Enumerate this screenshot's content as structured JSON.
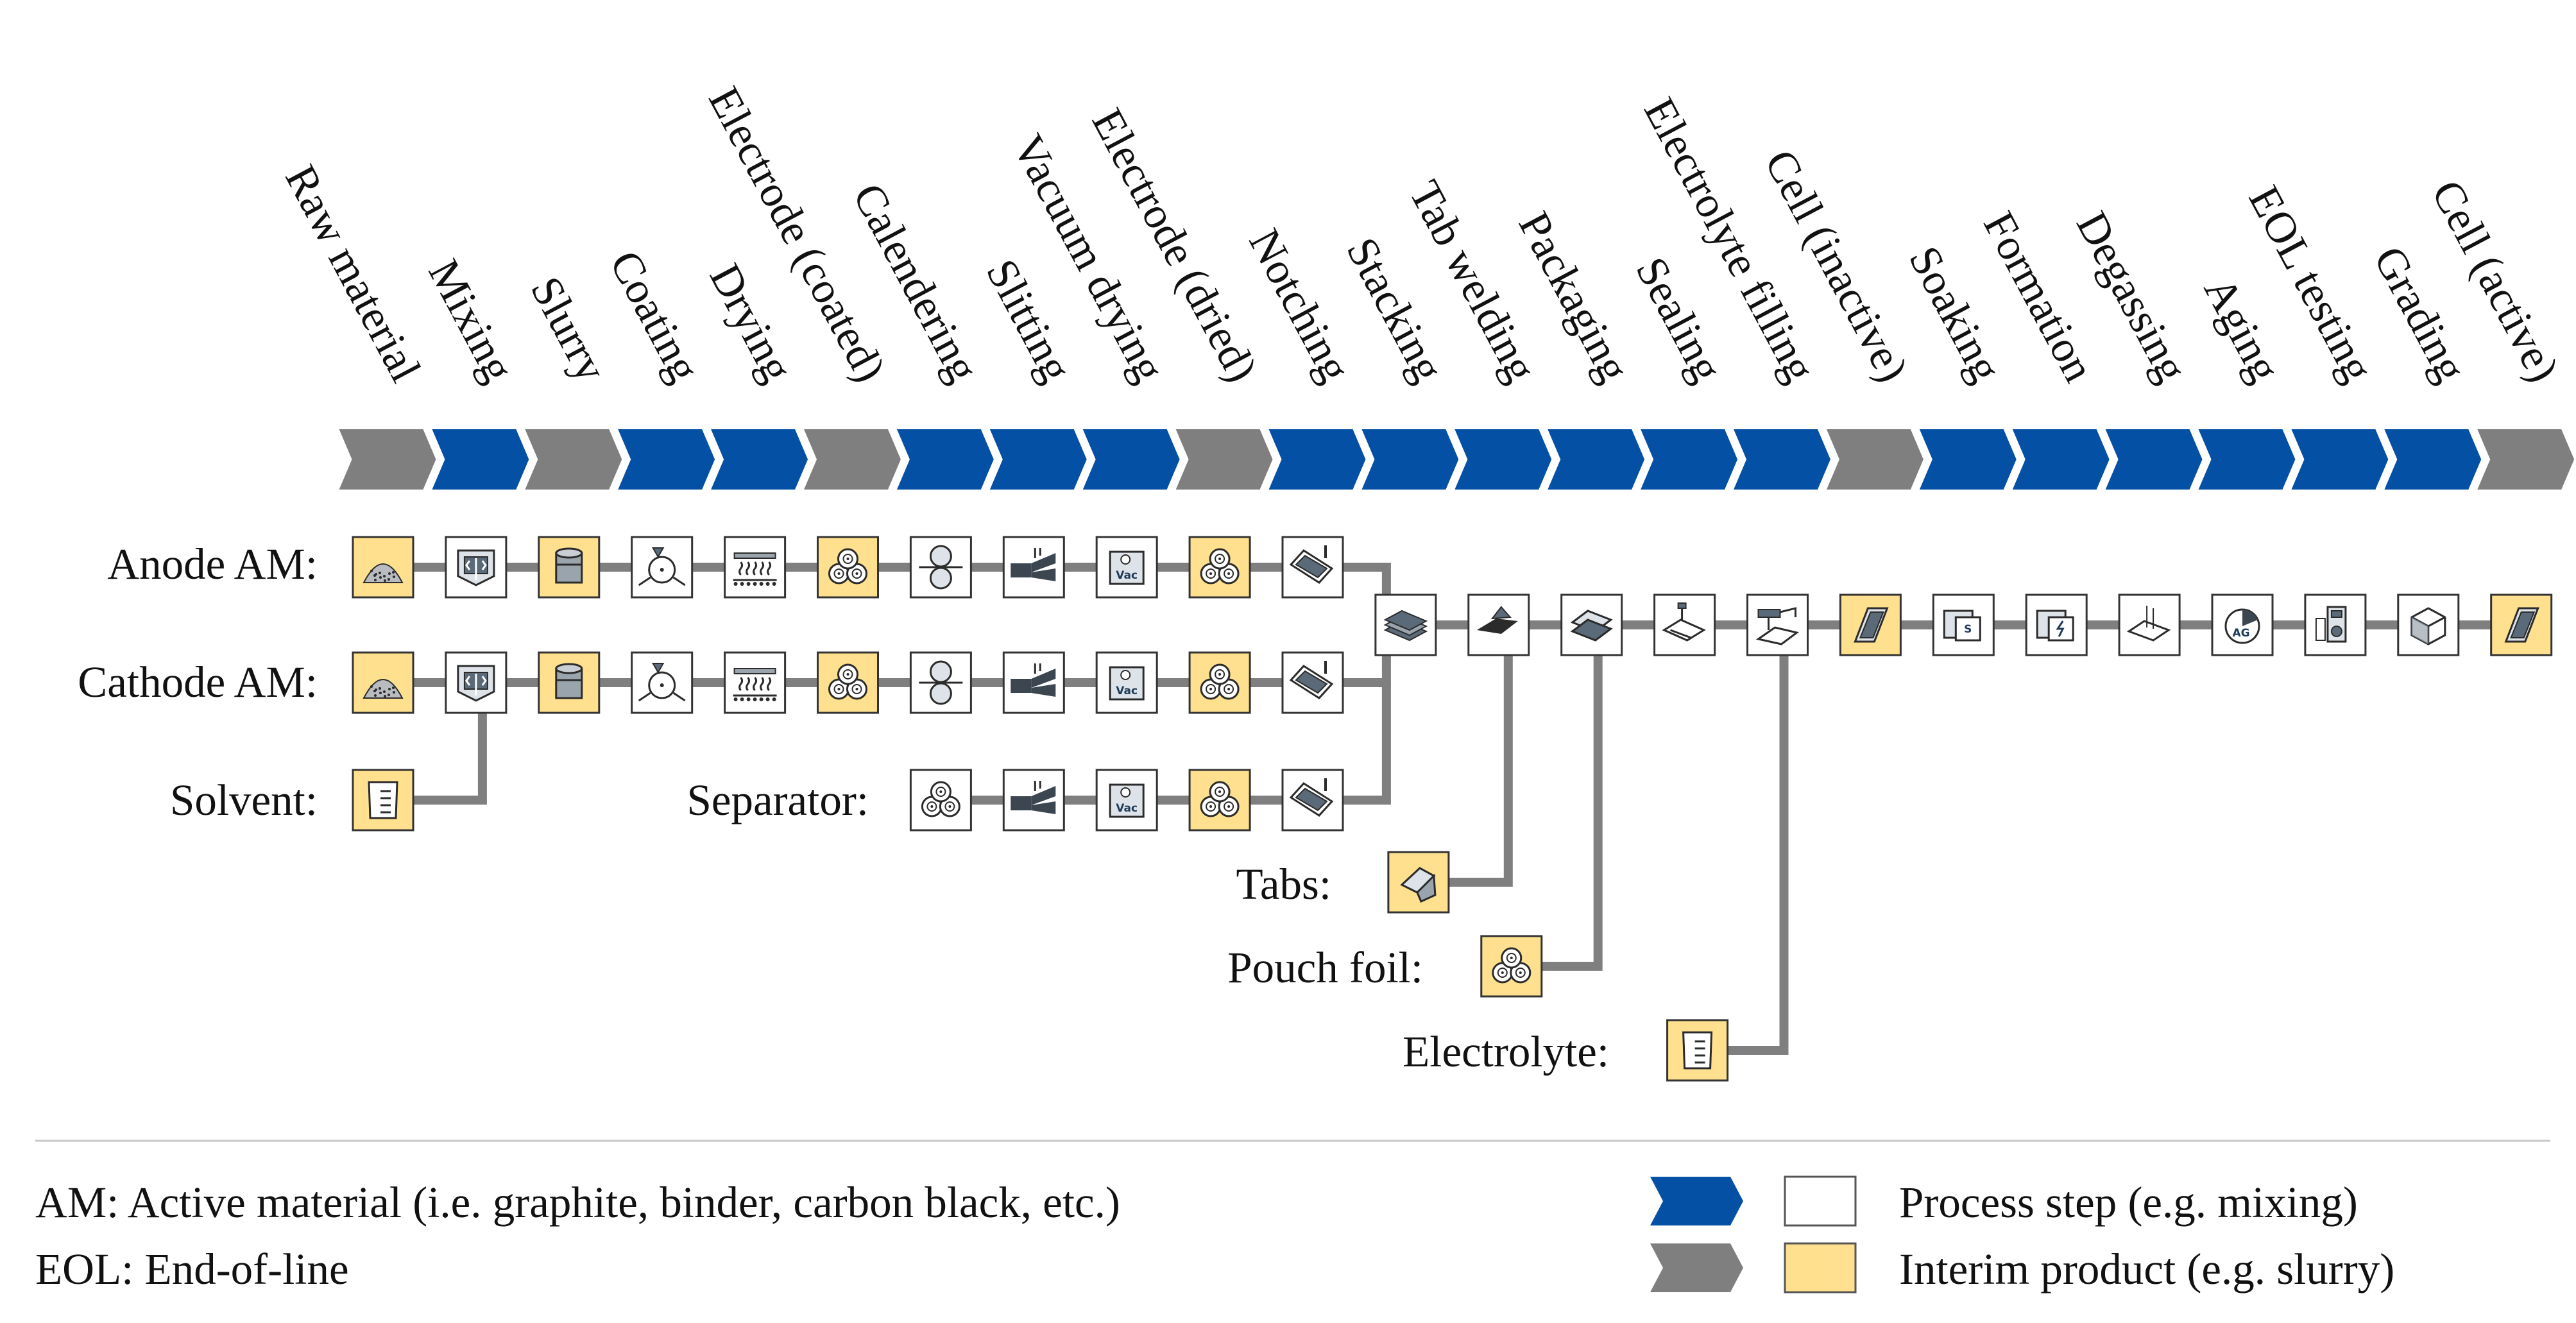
{
  "columns": [
    {
      "label": "Raw material",
      "kind": "interim"
    },
    {
      "label": "Mixing",
      "kind": "process"
    },
    {
      "label": "Slurry",
      "kind": "interim"
    },
    {
      "label": "Coating",
      "kind": "process"
    },
    {
      "label": "Drying",
      "kind": "process"
    },
    {
      "label": "Electrode (coated)",
      "kind": "interim"
    },
    {
      "label": "Calendering",
      "kind": "process"
    },
    {
      "label": "Slitting",
      "kind": "process"
    },
    {
      "label": "Vacuum drying",
      "kind": "process"
    },
    {
      "label": "Electrode (dried)",
      "kind": "interim"
    },
    {
      "label": "Notching",
      "kind": "process"
    },
    {
      "label": "Stacking",
      "kind": "process"
    },
    {
      "label": "Tab welding",
      "kind": "process"
    },
    {
      "label": "Packaging",
      "kind": "process"
    },
    {
      "label": "Sealing",
      "kind": "process"
    },
    {
      "label": "Electrolyte filling",
      "kind": "process"
    },
    {
      "label": "Cell (inactive)",
      "kind": "interim"
    },
    {
      "label": "Soaking",
      "kind": "process"
    },
    {
      "label": "Formation",
      "kind": "process"
    },
    {
      "label": "Degassing",
      "kind": "process"
    },
    {
      "label": "Aging",
      "kind": "process"
    },
    {
      "label": "EOL testing",
      "kind": "process"
    },
    {
      "label": "Grading",
      "kind": "process"
    },
    {
      "label": "Cell (active)",
      "kind": "interim"
    }
  ],
  "rows": {
    "anode": "Anode AM:",
    "cathode": "Cathode AM:",
    "solvent": "Solvent:",
    "separator": "Separator:",
    "tabs": "Tabs:",
    "pouch": "Pouch foil:",
    "electrolyte": "Electrolyte:"
  },
  "icon_text": {
    "vac": "Vac",
    "soak": "S",
    "aging": "AG"
  },
  "legend": {
    "am_note": "AM: Active material (i.e. graphite, binder, carbon black, etc.)",
    "eol_note": "EOL: End-of-line",
    "process": "Process step (e.g. mixing)",
    "interim": "Interim product (e.g. slurry)"
  },
  "colors": {
    "process_arrow": "#0450a4",
    "interim_arrow": "#7f7f7f",
    "process_box": "#ffffff",
    "interim_box": "#ffe08f",
    "connector": "#7f7f7f"
  }
}
